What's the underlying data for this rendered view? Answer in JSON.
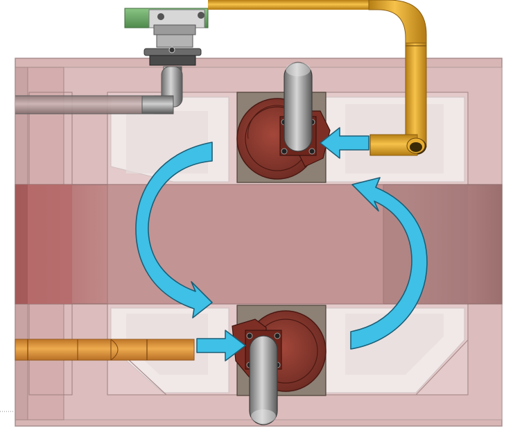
{
  "scene": {
    "type": "cad-top-view",
    "colors": {
      "tank_wall": "#d8b4b4",
      "tank_inner": "#e2c7c7",
      "trough": "#c18f8f",
      "pad": "#ede4e4",
      "yellow_pipe": "#eab13a",
      "orange_pipe": "#e69a3c",
      "steel_pipe": "#8a8a8a",
      "pump_body": "#8f3a2e",
      "pump_plate": "#8d8075",
      "valve_green": "#5f9a5c",
      "flow_arrow": "#3fc0e6",
      "flow_arrow_stroke": "#1b5e76"
    },
    "components": [
      {
        "id": "inlet-valve",
        "icon": "valve-icon"
      },
      {
        "id": "pump-top",
        "icon": "pump-icon"
      },
      {
        "id": "pump-bottom",
        "icon": "pump-icon"
      },
      {
        "id": "supply-pipe",
        "icon": "pipe-icon"
      },
      {
        "id": "return-pipe",
        "icon": "pipe-icon"
      }
    ],
    "flow_arrows": [
      {
        "id": "arrow-into-top-pump",
        "shape": "straight",
        "direction": "left"
      },
      {
        "id": "arrow-into-bottom-pump",
        "shape": "straight",
        "direction": "right"
      },
      {
        "id": "arrow-left-loop",
        "shape": "curved",
        "direction": "down"
      },
      {
        "id": "arrow-right-loop",
        "shape": "curved",
        "direction": "up"
      }
    ]
  }
}
